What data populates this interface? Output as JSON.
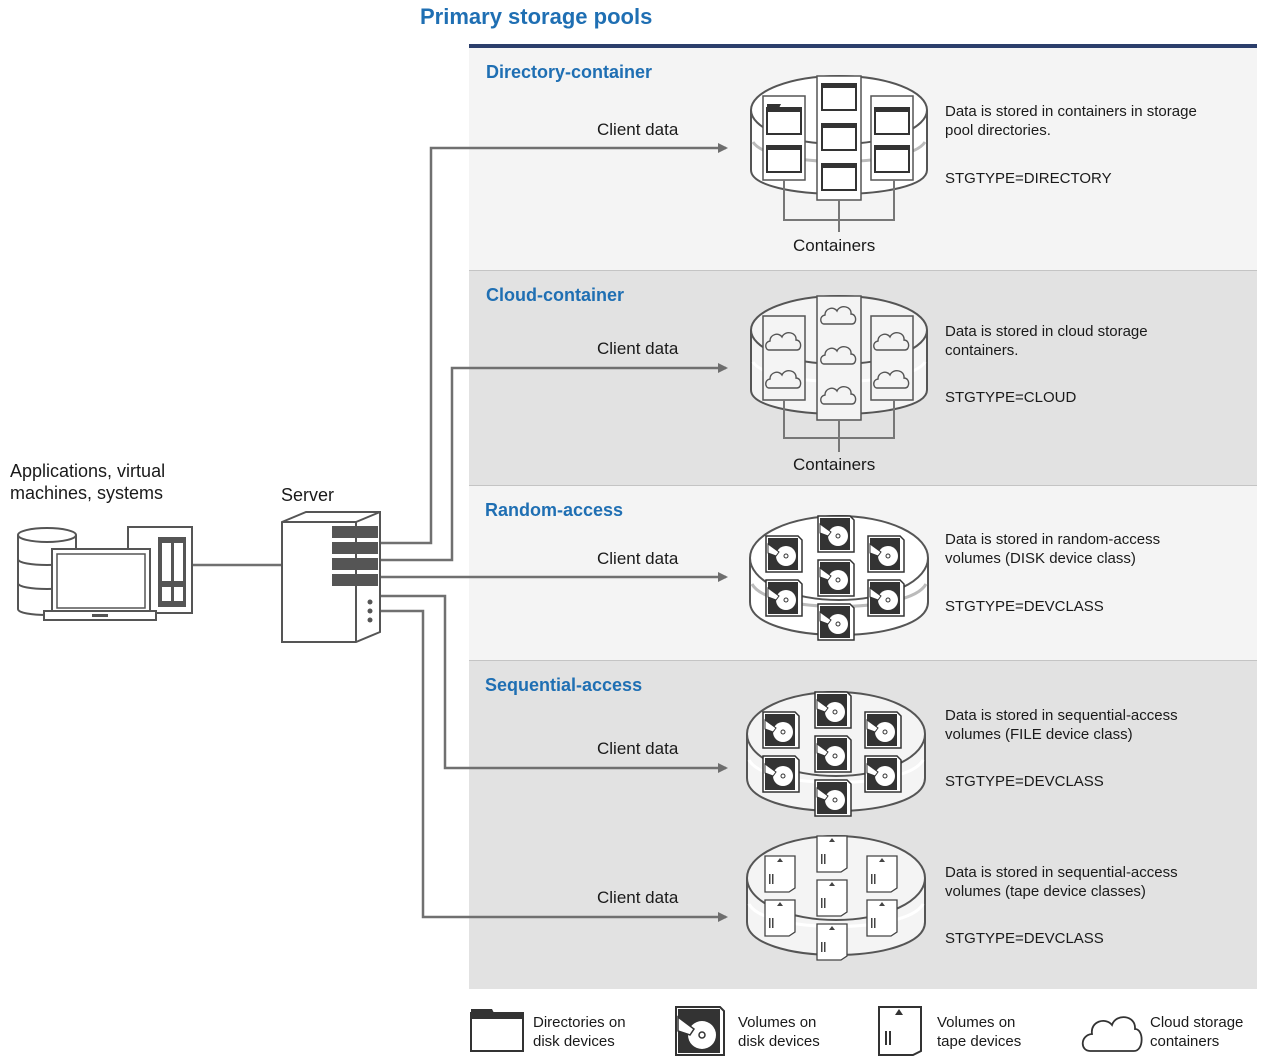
{
  "title": "Primary storage pools",
  "source": {
    "label_lines": [
      "Applications, virtual",
      "machines, systems"
    ],
    "server_label": "Server"
  },
  "pools": [
    {
      "title": "Directory-container",
      "client_data": "Client data",
      "description_lines": [
        "Data is stored in containers in storage",
        "pool directories."
      ],
      "stgtype": "STGTYPE=DIRECTORY",
      "containers_label": "Containers",
      "icon": "folder-icon"
    },
    {
      "title": "Cloud-container",
      "client_data": "Client data",
      "description_lines": [
        "Data is stored in cloud storage",
        "containers."
      ],
      "stgtype": "STGTYPE=CLOUD",
      "containers_label": "Containers",
      "icon": "cloud-icon"
    },
    {
      "title": "Random-access",
      "client_data": "Client data",
      "description_lines": [
        "Data is stored in random-access",
        "volumes (DISK device class)"
      ],
      "stgtype": "STGTYPE=DEVCLASS",
      "icon": "disk-volume-icon"
    },
    {
      "title": "Sequential-access",
      "entries": [
        {
          "client_data": "Client data",
          "description_lines": [
            "Data is stored in sequential-access",
            "volumes (FILE device class)"
          ],
          "stgtype": "STGTYPE=DEVCLASS",
          "icon": "disk-volume-icon"
        },
        {
          "client_data": "Client data",
          "description_lines": [
            "Data is stored in sequential-access",
            "volumes (tape device classes)"
          ],
          "stgtype": "STGTYPE=DEVCLASS",
          "icon": "tape-volume-icon"
        }
      ]
    }
  ],
  "legend": [
    {
      "icon": "folder-icon",
      "label_lines": [
        "Directories on",
        "disk devices"
      ]
    },
    {
      "icon": "disk-volume-icon",
      "label_lines": [
        "Volumes on",
        "disk devices"
      ]
    },
    {
      "icon": "tape-volume-icon",
      "label_lines": [
        "Volumes on",
        "tape devices"
      ]
    },
    {
      "icon": "cloud-icon",
      "label_lines": [
        "Cloud storage",
        "containers"
      ]
    }
  ],
  "colors": {
    "title_blue": "#1f6fb3",
    "band_border": "#2b3e6b",
    "band_light": "#f4f4f4",
    "band_dark": "#e2e2e2",
    "arrow": "#6e6e6e"
  }
}
